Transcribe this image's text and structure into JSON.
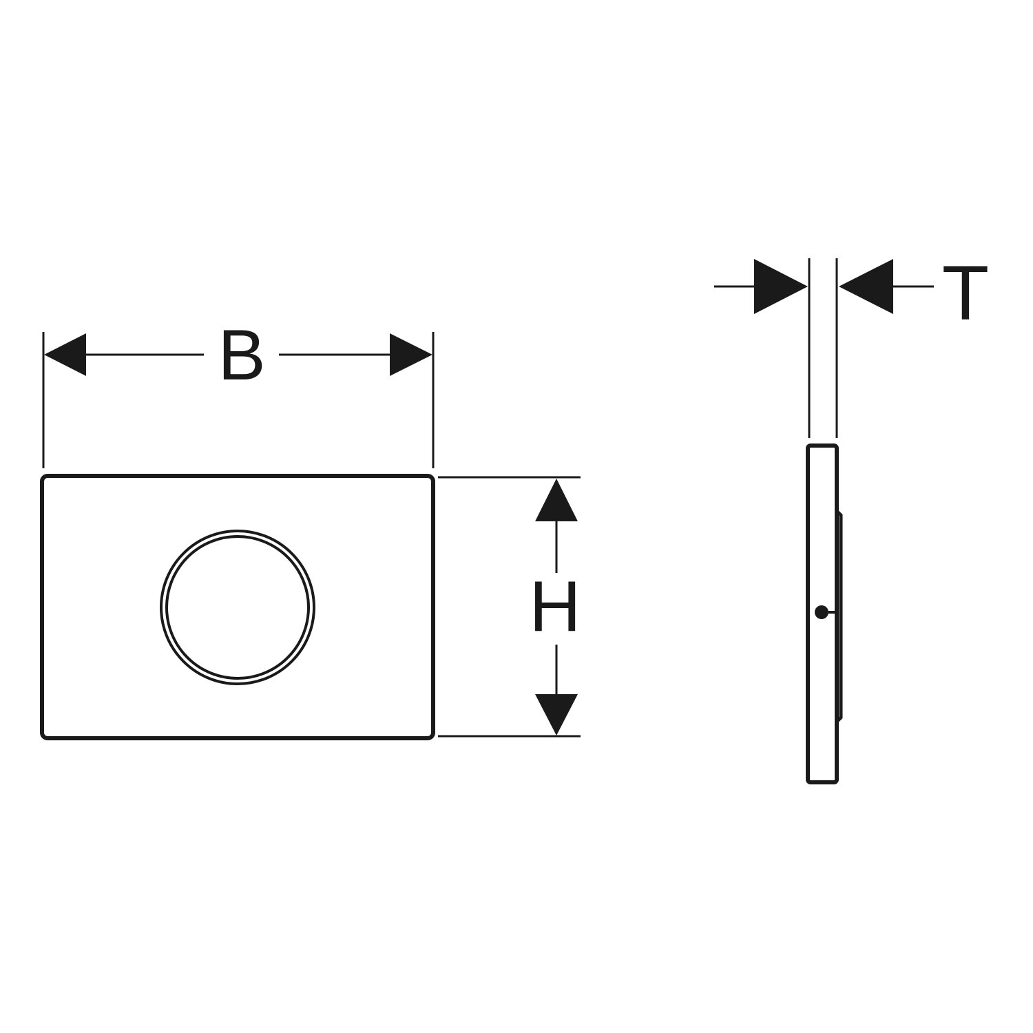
{
  "diagram": {
    "labels": {
      "width": "B",
      "height": "H",
      "thickness": "T"
    },
    "colors": {
      "line": "#1a1a1a",
      "background": "#ffffff"
    }
  }
}
